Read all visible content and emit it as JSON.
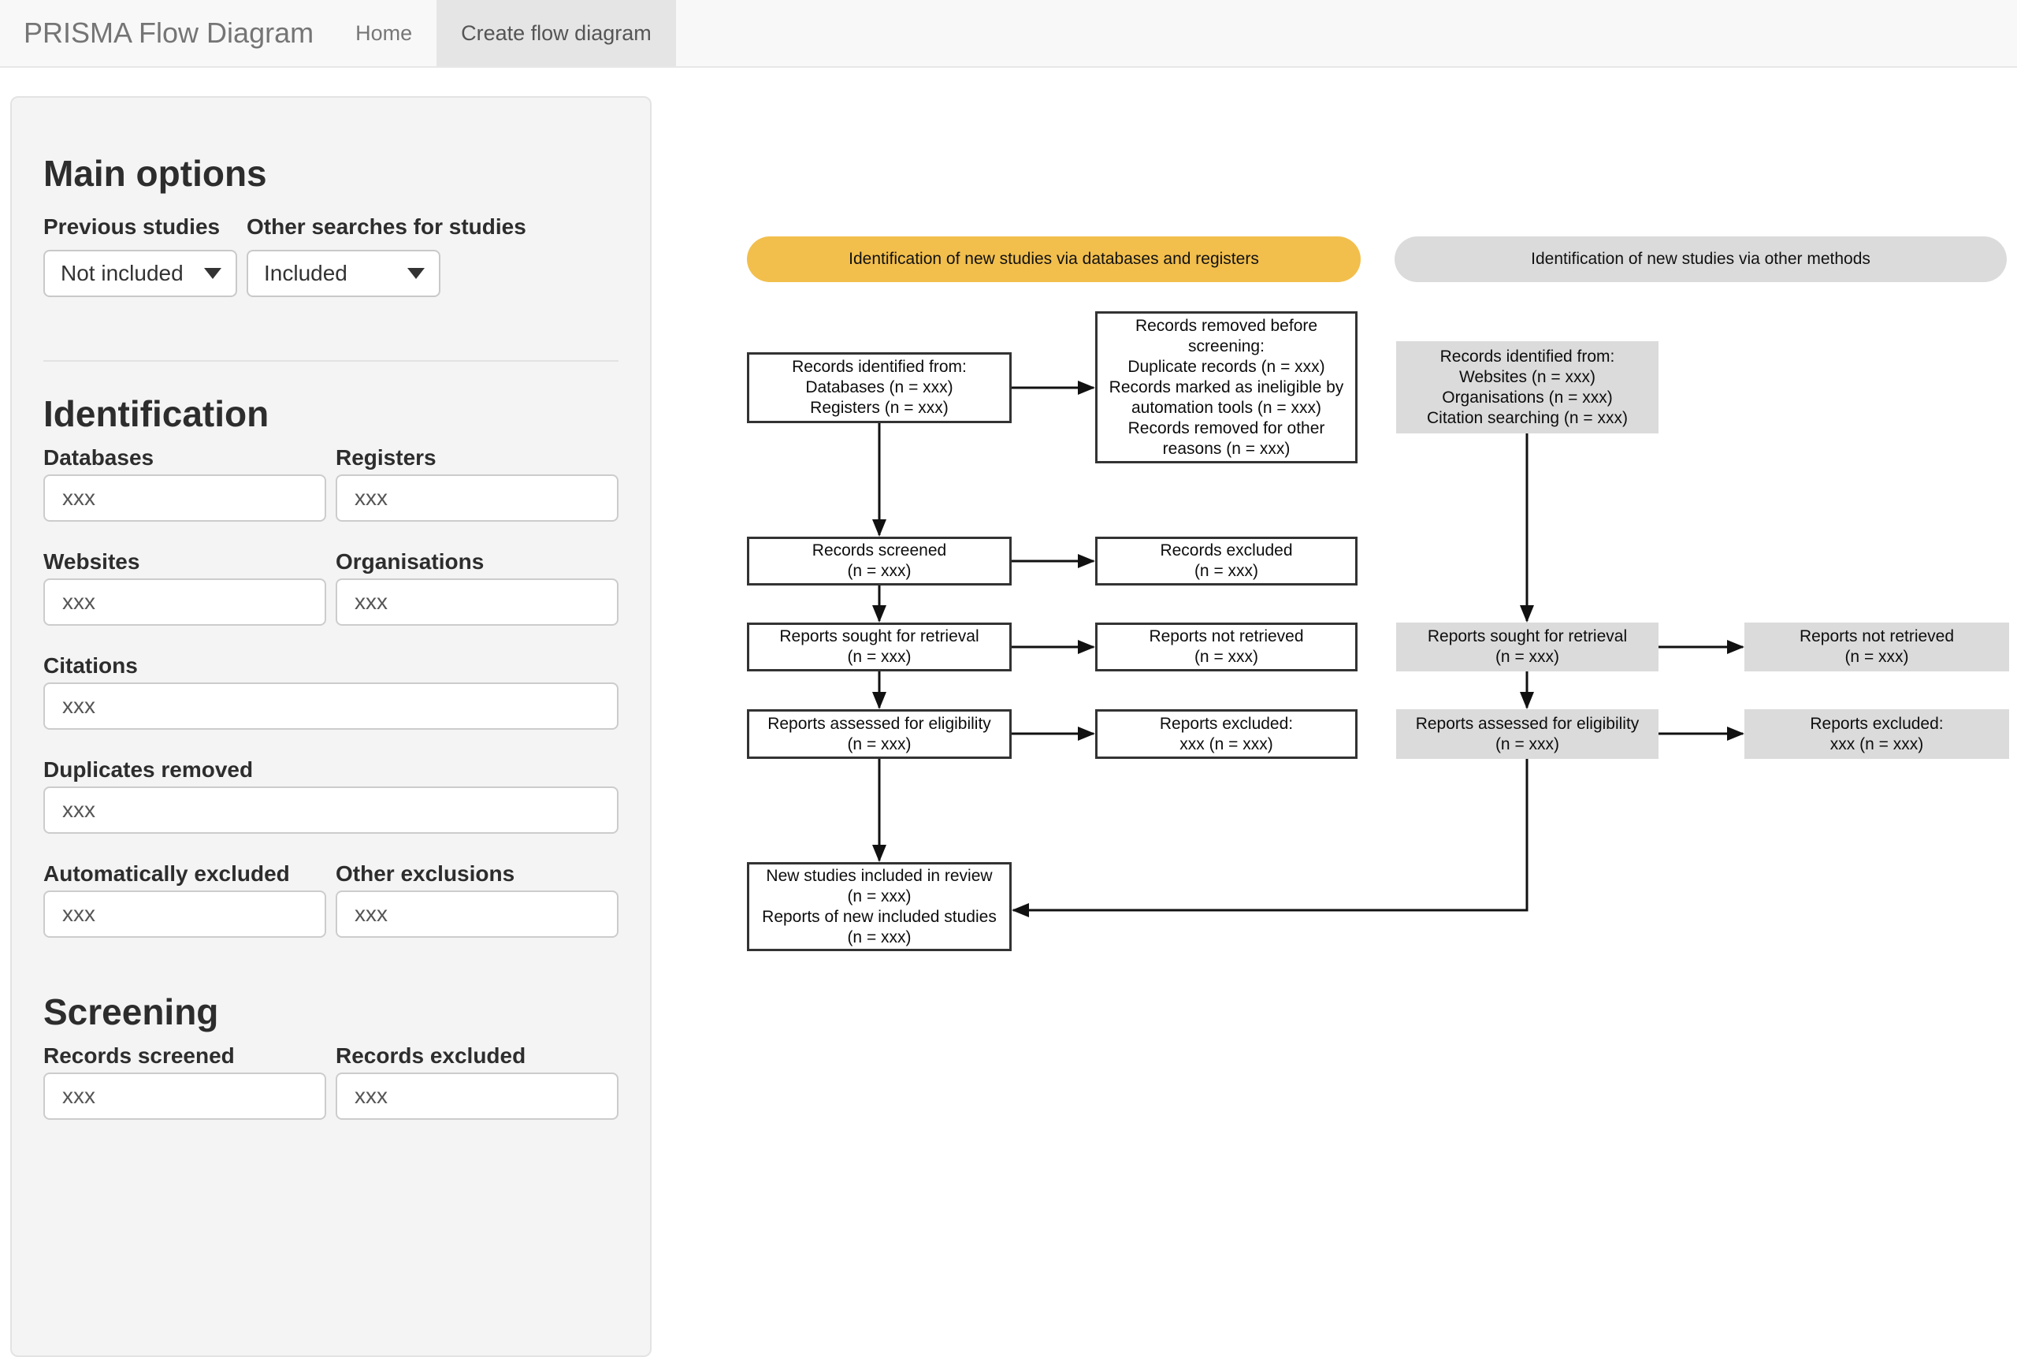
{
  "navbar": {
    "brand": "PRISMA Flow Diagram",
    "home_label": "Home",
    "create_label": "Create flow diagram"
  },
  "sidebar": {
    "main_options_title": "Main options",
    "previous_studies": {
      "label": "Previous studies",
      "value": "Not included"
    },
    "other_searches": {
      "label": "Other searches for studies",
      "value": "Included"
    },
    "identification_title": "Identification",
    "screening_title": "Screening",
    "fields": {
      "databases": {
        "label": "Databases",
        "value": "xxx"
      },
      "registers": {
        "label": "Registers",
        "value": "xxx"
      },
      "websites": {
        "label": "Websites",
        "value": "xxx"
      },
      "organisations": {
        "label": "Organisations",
        "value": "xxx"
      },
      "citations": {
        "label": "Citations",
        "value": "xxx"
      },
      "duplicates_removed": {
        "label": "Duplicates removed",
        "value": "xxx"
      },
      "automatically_excluded": {
        "label": "Automatically excluded",
        "value": "xxx"
      },
      "other_exclusions": {
        "label": "Other exclusions",
        "value": "xxx"
      },
      "records_screened": {
        "label": "Records screened",
        "value": "xxx"
      },
      "records_excluded": {
        "label": "Records excluded",
        "value": "xxx"
      }
    }
  },
  "diagram": {
    "banner_db": {
      "label": "Identification of new studies via databases and registers",
      "color": "#F2BF4D"
    },
    "banner_other": {
      "label": "Identification of new studies via other methods",
      "color": "#DBDBDB"
    },
    "boxes": {
      "identified_db": {
        "lines": [
          "Records identified from:",
          "Databases (n = xxx)",
          "Registers (n = xxx)"
        ]
      },
      "removed_before": {
        "lines": [
          "Records removed before screening:",
          "Duplicate records (n = xxx)",
          "Records marked as ineligible by automation tools (n = xxx)",
          "Records removed for other reasons (n = xxx)"
        ]
      },
      "screened": {
        "lines": [
          "Records screened",
          "(n = xxx)"
        ]
      },
      "excluded": {
        "lines": [
          "Records excluded",
          "(n = xxx)"
        ]
      },
      "sought_db": {
        "lines": [
          "Reports sought for retrieval",
          "(n = xxx)"
        ]
      },
      "not_retrieved_db": {
        "lines": [
          "Reports not retrieved",
          "(n = xxx)"
        ]
      },
      "assessed_db": {
        "lines": [
          "Reports assessed for eligibility",
          "(n = xxx)"
        ]
      },
      "reports_excluded_db": {
        "lines": [
          "Reports excluded:",
          "xxx (n = xxx)"
        ]
      },
      "included": {
        "lines": [
          "New studies included in review",
          "(n = xxx)",
          "Reports of new included studies",
          "(n = xxx)"
        ]
      },
      "identified_other": {
        "lines": [
          "Records identified from:",
          "Websites (n = xxx)",
          "Organisations (n = xxx)",
          "Citation searching (n = xxx)"
        ]
      },
      "sought_other": {
        "lines": [
          "Reports sought for retrieval",
          "(n = xxx)"
        ]
      },
      "not_retrieved_other": {
        "lines": [
          "Reports not retrieved",
          "(n = xxx)"
        ]
      },
      "assessed_other": {
        "lines": [
          "Reports assessed for eligibility",
          "(n = xxx)"
        ]
      },
      "reports_excluded_other": {
        "lines": [
          "Reports excluded:",
          "xxx (n = xxx)"
        ]
      }
    }
  }
}
